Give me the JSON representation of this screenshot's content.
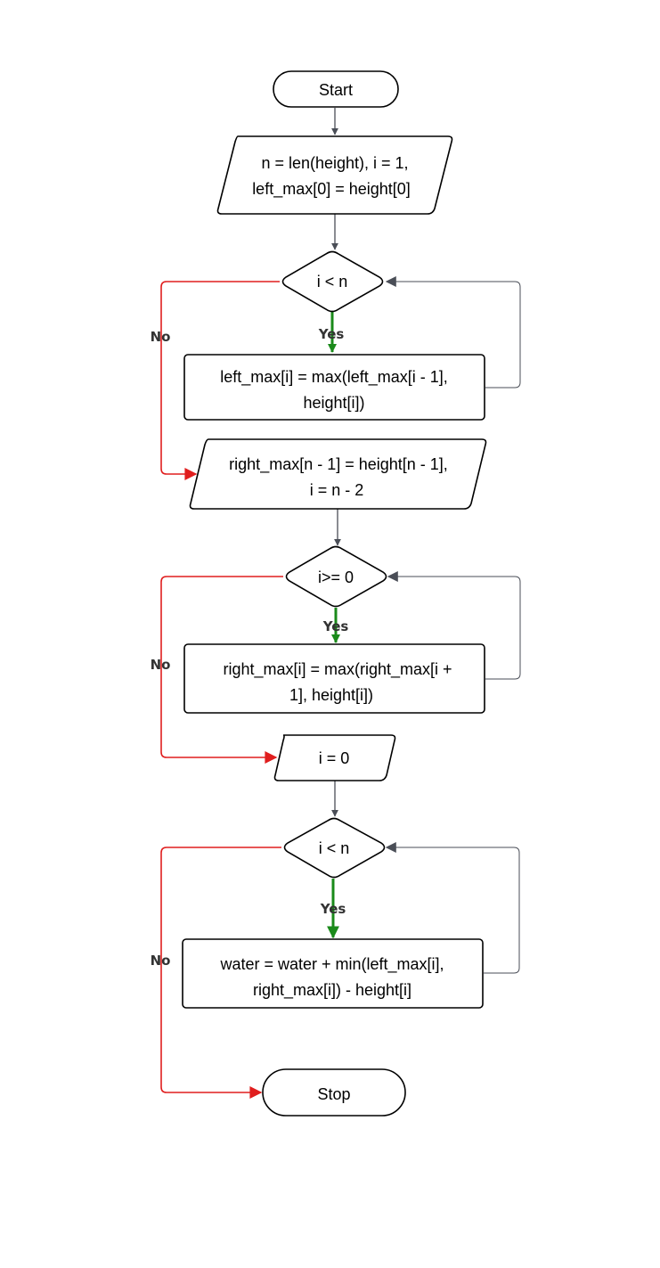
{
  "colors": {
    "default_edge": "#4a4e57",
    "yes_edge": "#1a8a1a",
    "no_edge": "#e01e1e",
    "label_text": "#333333"
  },
  "nodes": {
    "start": {
      "shape": "terminal",
      "text": "Start"
    },
    "init_left": {
      "shape": "io",
      "lines": [
        "n = len(height), i = 1,",
        "left_max[0] = height[0]"
      ]
    },
    "cond_left": {
      "shape": "decision",
      "text": "i < n"
    },
    "loop_left": {
      "shape": "process",
      "lines": [
        "left_max[i] = max(left_max[i - 1],",
        "height[i])"
      ]
    },
    "init_right": {
      "shape": "io",
      "lines": [
        "right_max[n - 1] = height[n - 1],",
        "i = n - 2"
      ]
    },
    "cond_right": {
      "shape": "decision",
      "text": "i>= 0"
    },
    "loop_right": {
      "shape": "process",
      "lines": [
        "right_max[i] = max(right_max[i +",
        "1], height[i])"
      ]
    },
    "init_water": {
      "shape": "io",
      "text": "i = 0"
    },
    "cond_water": {
      "shape": "decision",
      "text": "i < n"
    },
    "loop_water": {
      "shape": "process",
      "lines": [
        "water = water + min(left_max[i],",
        "right_max[i]) - height[i]"
      ]
    },
    "stop": {
      "shape": "terminal",
      "text": "Stop"
    }
  },
  "edges": {
    "left_yes": "Yes",
    "left_no": "No",
    "right_yes": "Yes",
    "right_no": "No",
    "water_yes": "Yes",
    "water_no": "No"
  }
}
